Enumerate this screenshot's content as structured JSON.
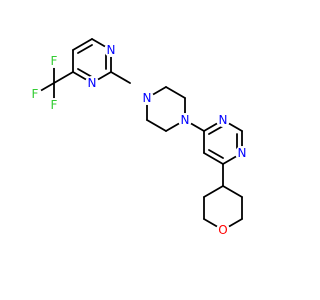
{
  "colors": {
    "bond": "#000000",
    "nitrogen": "#0000ff",
    "fluorine": "#33cc33",
    "oxygen": "#ff0000",
    "background": "#ffffff"
  },
  "atom_labels": {
    "f_top": "F",
    "f_left": "F",
    "f_bottom": "F",
    "n_pyrimidine_top": "N",
    "n_pyrimidine_bottom": "N",
    "n_piperazine_left": "N",
    "n_piperazine_right": "N",
    "n_pyrimidine2_top": "N",
    "n_pyrimidine2_bottom": "N",
    "o_oxane": "O"
  }
}
